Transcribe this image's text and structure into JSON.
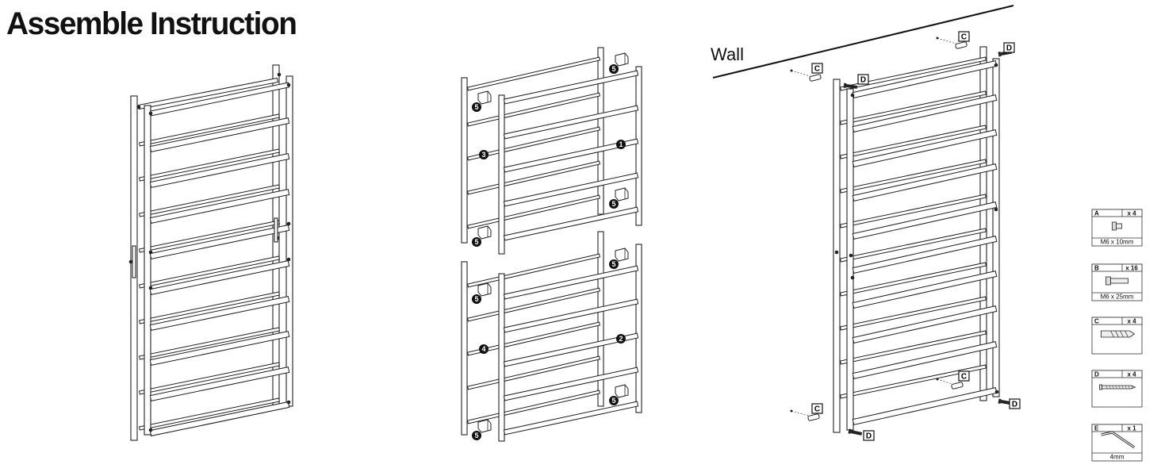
{
  "title": "Assemble Instruction",
  "wall_label": "Wall",
  "step2": {
    "upper_labels": [
      "5",
      "5",
      "3",
      "1",
      "5",
      "5"
    ],
    "lower_labels": [
      "5",
      "5",
      "4",
      "2",
      "5",
      "5"
    ]
  },
  "step3": {
    "callouts": [
      "C",
      "D",
      "C",
      "D",
      "C",
      "D",
      "C",
      "D"
    ]
  },
  "hardware": [
    {
      "letter": "A",
      "qty": "x 4",
      "size": "M6 x 10mm",
      "icon": "short-bolt-icon"
    },
    {
      "letter": "B",
      "qty": "x 16",
      "size": "M6 x 25mm",
      "icon": "long-bolt-icon"
    },
    {
      "letter": "C",
      "qty": "x 4",
      "size": "",
      "icon": "wall-anchor-icon"
    },
    {
      "letter": "D",
      "qty": "x 4",
      "size": "",
      "icon": "wood-screw-icon"
    },
    {
      "letter": "E",
      "qty": "x 1",
      "size": "4mm",
      "icon": "allen-key-icon"
    }
  ]
}
